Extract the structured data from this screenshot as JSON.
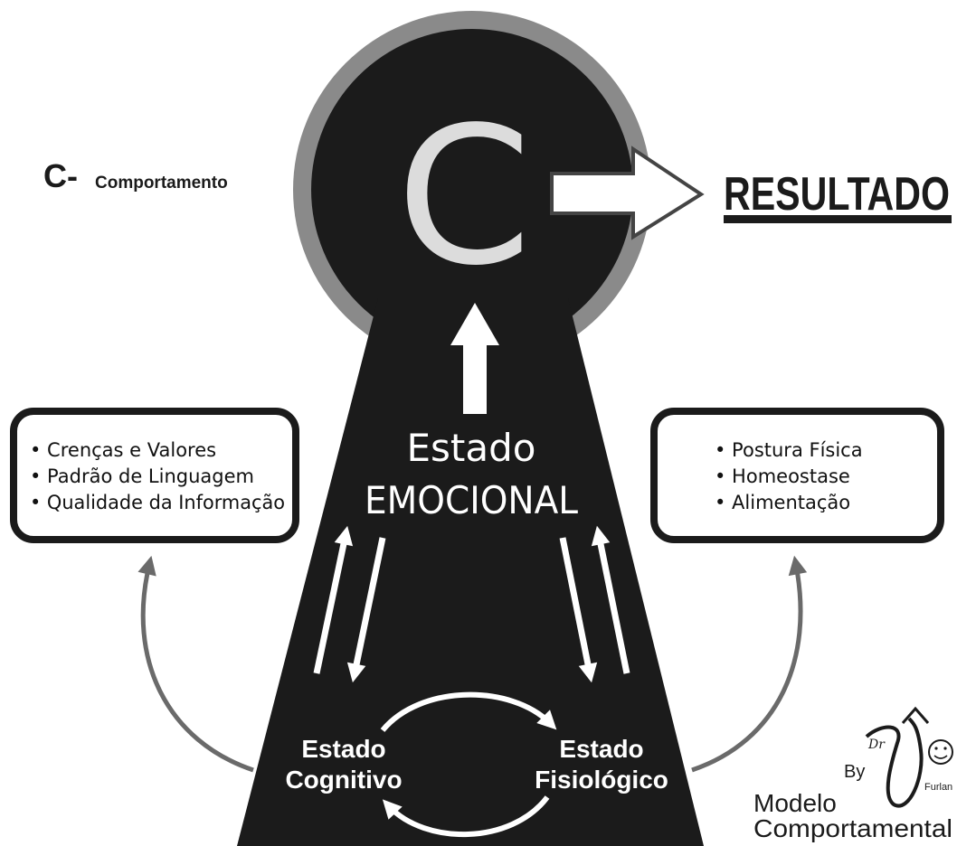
{
  "legend": {
    "letter": "C-",
    "label": "Comportamento"
  },
  "center_letter": "C",
  "result_label": "RESULTADO",
  "emotional": {
    "line1": "Estado",
    "line2": "EMOCIONAL"
  },
  "cognitive": {
    "line1": "Estado",
    "line2": "Cognitivo"
  },
  "physiological": {
    "line1": "Estado",
    "line2": "Fisiológico"
  },
  "left_box": {
    "items": [
      "• Crenças e Valores",
      "• Padrão de Linguagem",
      "• Qualidade da Informação"
    ]
  },
  "right_box": {
    "items": [
      "• Postura Física",
      "• Homeostase",
      "• Alimentação"
    ]
  },
  "signature": {
    "by": "By",
    "name": "Furlan",
    "caption_line1": "Modelo",
    "caption_line2": "Comportamental"
  },
  "colors": {
    "dark": "#1b1b1b",
    "ring": "#8a8a8a",
    "letter": "#dcdcdc",
    "arrow_gray": "#6a6a6a"
  }
}
